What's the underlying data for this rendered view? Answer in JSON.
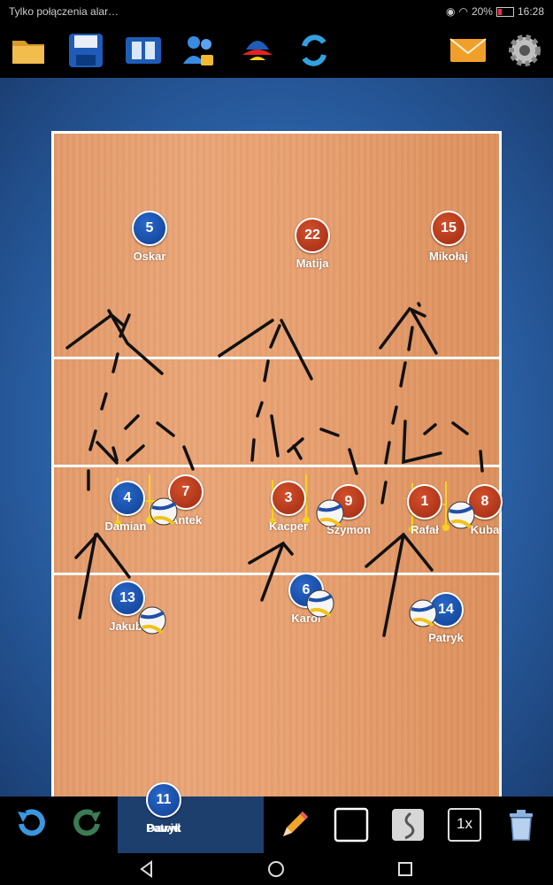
{
  "status": {
    "notification": "Tylko połączenia alar…",
    "battery": "20%",
    "time": "16:28"
  },
  "toolbar": {
    "icons": [
      "folder-icon",
      "save-icon",
      "film-icon",
      "team-lock-icon",
      "shapes-icon",
      "swap-icon",
      "mail-icon",
      "gear-icon"
    ]
  },
  "players": [
    {
      "number": "5",
      "name": "Oskar",
      "team": "blue"
    },
    {
      "number": "22",
      "name": "Matija",
      "team": "red"
    },
    {
      "number": "15",
      "name": "Mikołaj",
      "team": "red"
    },
    {
      "number": "4",
      "name": "Damian",
      "team": "blue"
    },
    {
      "number": "7",
      "name": "Antek",
      "team": "red"
    },
    {
      "number": "3",
      "name": "Kacper",
      "team": "red"
    },
    {
      "number": "9",
      "name": "Szymon",
      "team": "red"
    },
    {
      "number": "1",
      "name": "Rafał",
      "team": "red"
    },
    {
      "number": "8",
      "name": "Kuba",
      "team": "red"
    },
    {
      "number": "13",
      "name": "Jakub",
      "team": "blue"
    },
    {
      "number": "6",
      "name": "Karol",
      "team": "blue"
    },
    {
      "number": "14",
      "name": "Patryk",
      "team": "blue"
    }
  ],
  "bench": {
    "number": "11",
    "name_a": "Dawid",
    "name_b": "Patryk"
  },
  "bottom": {
    "speed_label": "1x"
  },
  "colors": {
    "blue_player": "#0e3f93",
    "red_player": "#b3331a",
    "court": "#e8a070",
    "board": "#2b62a8"
  }
}
